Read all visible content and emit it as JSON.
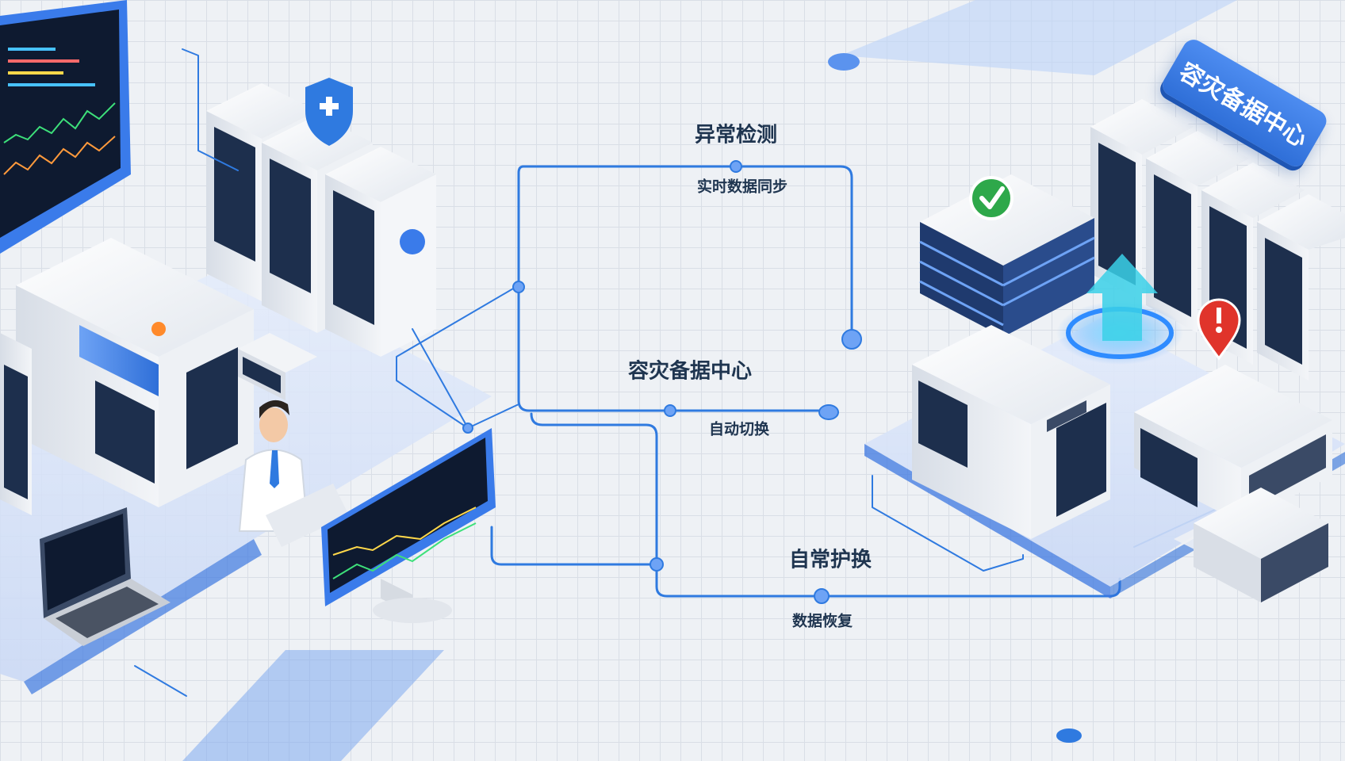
{
  "labels": {
    "anomaly_detection": "异常检测",
    "realtime_sync": "实时数据同步",
    "dr_center_mid": "容灾备据中心",
    "auto_switch": "自动切换",
    "self_switch": "自常护换",
    "data_recovery": "数据恢复",
    "dr_center_banner": "容灾备据中心"
  },
  "colors": {
    "line": "#2f7ae0",
    "accent": "#3a7bea",
    "ok": "#2ea84a",
    "alert": "#e0342b",
    "screen": "#0e1a30"
  },
  "icons": {
    "medical_badge": "medical-cross-icon",
    "status_ok": "check-icon",
    "status_alert": "alert-icon",
    "upload_arrow": "upload-arrow-icon"
  }
}
